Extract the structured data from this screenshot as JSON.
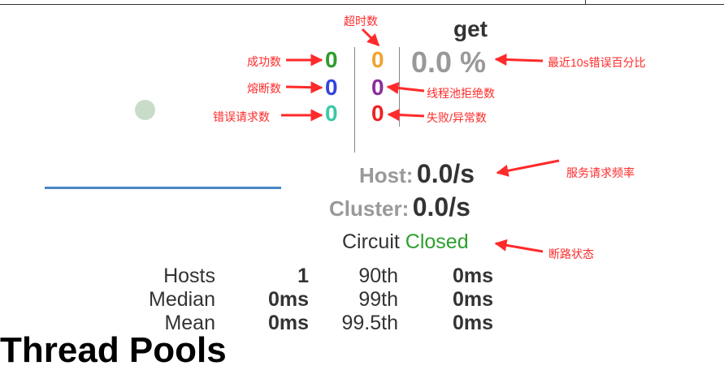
{
  "command": {
    "title": "get",
    "counts": {
      "success": "0",
      "timeout": "0",
      "short_circuited": "0",
      "thread_pool_rejected": "0",
      "bad_request": "0",
      "failure": "0"
    },
    "error_percentage": "0.0 %",
    "host_label": "Host:",
    "host_rate": "0.0/s",
    "cluster_label": "Cluster:",
    "cluster_rate": "0.0/s",
    "circuit_label": "Circuit",
    "circuit_state": "Closed",
    "stats": {
      "hosts_label": "Hosts",
      "hosts_value": "1",
      "median_label": "Median",
      "median_value": "0ms",
      "mean_label": "Mean",
      "mean_value": "0ms",
      "p90_label": "90th",
      "p90_value": "0ms",
      "p99_label": "99th",
      "p99_value": "0ms",
      "p995_label": "99.5th",
      "p995_value": "0ms"
    }
  },
  "section_heading": "Thread Pools",
  "annotations": {
    "success": "成功数",
    "timeout": "超时数",
    "error_percent": "最近10s错误百分比",
    "short_circuited": "熔断数",
    "thread_pool_rejected": "线程池拒绝数",
    "bad_request": "错误请求数",
    "failure": "失败/异常数",
    "request_rate": "服务请求频率",
    "circuit_status": "断路状态"
  },
  "colors": {
    "success": "#2e9c2e",
    "timeout": "#f0a22e",
    "short_circuited": "#3344dd",
    "thread_pool_rejected": "#8a2e9c",
    "bad_request": "#3bc8a8",
    "failure": "#ee2222",
    "annotation": "#ff2a2a",
    "circuit_closed": "#2ea02e"
  }
}
